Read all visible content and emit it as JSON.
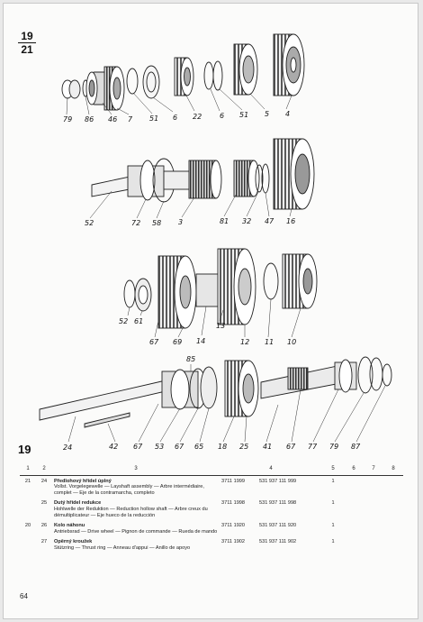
{
  "header": {
    "code_top": "19",
    "code_bottom": "21"
  },
  "callouts": {
    "row1": [
      "79",
      "86",
      "46",
      "7",
      "51",
      "6",
      "22",
      "6",
      "51",
      "5",
      "4"
    ],
    "row2": [
      "52",
      "72",
      "58",
      "3",
      "81",
      "32",
      "47",
      "16"
    ],
    "row3": [
      "52",
      "61",
      "67",
      "69",
      "14",
      "13",
      "12",
      "11",
      "10"
    ],
    "row4": [
      "85",
      "24",
      "42",
      "67",
      "53",
      "67",
      "65",
      "18",
      "25",
      "41",
      "67",
      "77",
      "79",
      "87"
    ]
  },
  "section_number": "19",
  "table": {
    "headers": [
      "1",
      "2",
      "3",
      "4",
      "5",
      "6",
      "7",
      "8"
    ],
    "rows": [
      {
        "col1": "21",
        "col2": "24",
        "desc_cs": "Předlohový hřídel úplný",
        "desc_other": "Vollst. Vorgelegewelle — Layshaft assembly — Arbre intermédiaire, complet — Eje de la contramarcha, completo",
        "part_a": "3711 1999",
        "part_b": "531 937 111 999",
        "qty": "1"
      },
      {
        "col1": "",
        "col2": "25",
        "desc_cs": "Dutý hřídel redukce",
        "desc_other": "Hohlwelle der Reduktion — Reduction hollow shaft — Arbre creux du démultiplicateur — Eje hueco de la reducción",
        "part_a": "3711 1998",
        "part_b": "531 937 111 998",
        "qty": "1"
      },
      {
        "col1": "20",
        "col2": "26",
        "desc_cs": "Kolo náhonu",
        "desc_other": "Antriebsrad — Drive wheel — Pignon de commande — Rueda de mando",
        "part_a": "3711 1920",
        "part_b": "531 937 111 920",
        "qty": "1"
      },
      {
        "col1": "",
        "col2": "27",
        "desc_cs": "Opěrný kroužek",
        "desc_other": "Stützring — Thrust ring — Anneau d'appui — Anillo de apoyo",
        "part_a": "3711 1902",
        "part_b": "531 937 111 902",
        "qty": "1"
      }
    ]
  },
  "page_number": "64"
}
